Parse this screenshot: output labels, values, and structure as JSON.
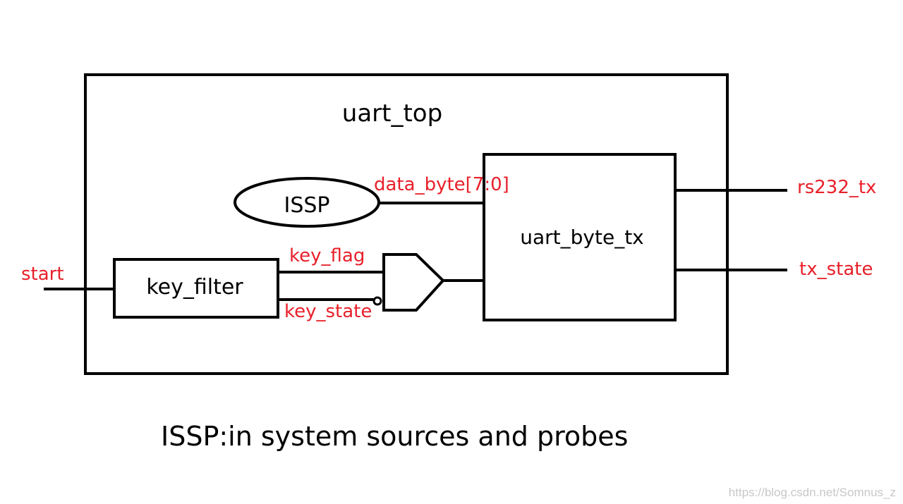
{
  "colors": {
    "line": "#000000",
    "signal": "#e8202a",
    "watermark": "#c8c8c8",
    "background": "#ffffff"
  },
  "blocks": {
    "top": "uart_top",
    "issp": "ISSP",
    "key_filter": "key_filter",
    "uart_byte_tx": "uart_byte_tx"
  },
  "signals": {
    "start": "start",
    "data_byte": "data_byte[7:0]",
    "key_flag": "key_flag",
    "key_state": "key_state",
    "rs232_tx": "rs232_tx",
    "tx_state": "tx_state"
  },
  "note": "ISSP:in system sources and probes",
  "watermark": "https://blog.csdn.net/Somnus_z"
}
